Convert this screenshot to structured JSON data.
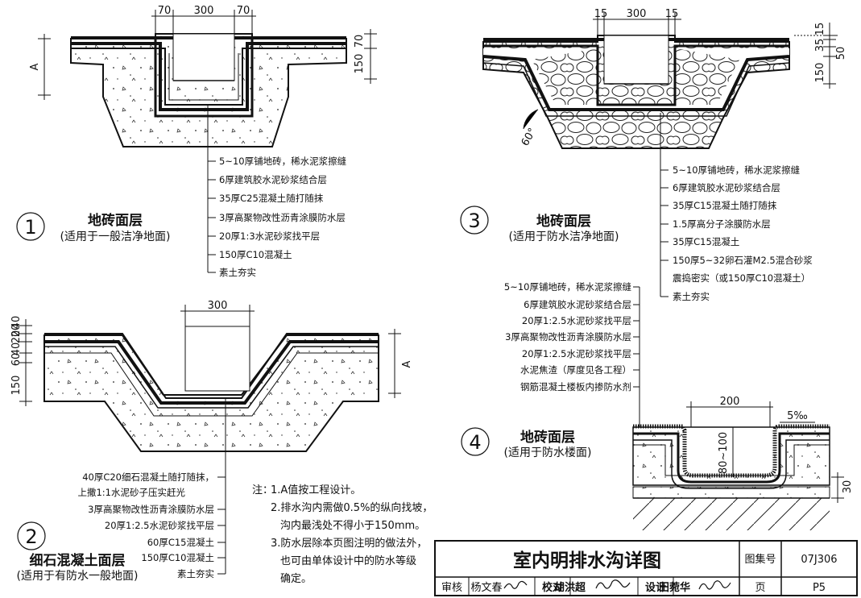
{
  "detail1": {
    "number": "1",
    "title": "地砖面层",
    "subtitle": "(适用于一般洁净地面)",
    "dims_top": [
      "70",
      "300",
      "70"
    ],
    "dims_side": [
      "70",
      "150"
    ],
    "dim_a": "A",
    "layers": [
      "5~10厚铺地砖，稀水泥浆擦缝",
      "6厚建筑胶水泥砂浆结合层",
      "35厚C25混凝土随打随抹",
      "3厚高聚物改性沥青涂膜防水层",
      "20厚1:3水泥砂浆找平层",
      "150厚C10混凝土",
      "素土夯实"
    ]
  },
  "detail2": {
    "number": "2",
    "title": "细石混凝土面层",
    "subtitle": "(适用于有防水一般地面)",
    "dims_top": [
      "300"
    ],
    "dims_side": [
      "40",
      "20",
      "40",
      "150",
      "60",
      "20"
    ],
    "dim_a": "A",
    "layers": [
      "40厚C20细石混凝土随打随抹，",
      "上撒1:1水泥砂子压实赶光",
      "3厚高聚物改性沥青涂膜防水层",
      "20厚1:2.5水泥砂浆找平层",
      "60厚C15混凝土",
      "150厚C10混凝土",
      "素土夯实"
    ]
  },
  "detail3": {
    "number": "3",
    "title": "地砖面层",
    "subtitle": "(适用于防水洁净地面)",
    "dims_top": [
      "15",
      "300",
      "15"
    ],
    "dims_side": [
      "15",
      "50",
      "35",
      "150"
    ],
    "angle": "60°",
    "layers": [
      "5~10厚铺地砖，稀水泥浆擦缝",
      "6厚建筑胶水泥砂浆结合层",
      "35厚C15混凝土随打随抹",
      "1.5厚高分子涂膜防水层",
      "35厚C15混凝土",
      "150厚5~32卵石灌M2.5混合砂浆",
      "震捣密实（或150厚C10混凝土）",
      "素土夯实"
    ]
  },
  "detail4": {
    "number": "4",
    "title": "地砖面层",
    "subtitle": "(适用于防水楼面)",
    "dims": [
      "200",
      "80~100",
      "30"
    ],
    "slope": "5‰",
    "layers": [
      "5~10厚铺地砖，稀水泥浆擦缝",
      "6厚建筑胶水泥砂浆结合层",
      "20厚1:2.5水泥砂浆找平层",
      "3厚高聚物改性沥青涂膜防水层",
      "20厚1:2.5水泥砂浆找平层",
      "水泥焦渣（厚度见各工程）",
      "钢筋混凝土楼板内掺防水剂"
    ]
  },
  "notes": {
    "head": "注：",
    "items": [
      "1.A值按工程设计。",
      "2.排水沟内需做0.5%的纵向找坡，",
      "沟内最浅处不得小于150mm。",
      "3.防水层除本页图注明的做法外，",
      "也可由单体设计中的防水等级",
      "确定。"
    ]
  },
  "titleblock": {
    "title": "室内明排水沟详图",
    "atlas_label": "图集号",
    "atlas_no": "07J306",
    "review_label": "审核",
    "reviewer": "杨文春",
    "check_label": "校对",
    "checker": "胡洪超",
    "design_label": "设计",
    "designer": "田菀华",
    "page_label": "页",
    "page_no": "P5"
  }
}
